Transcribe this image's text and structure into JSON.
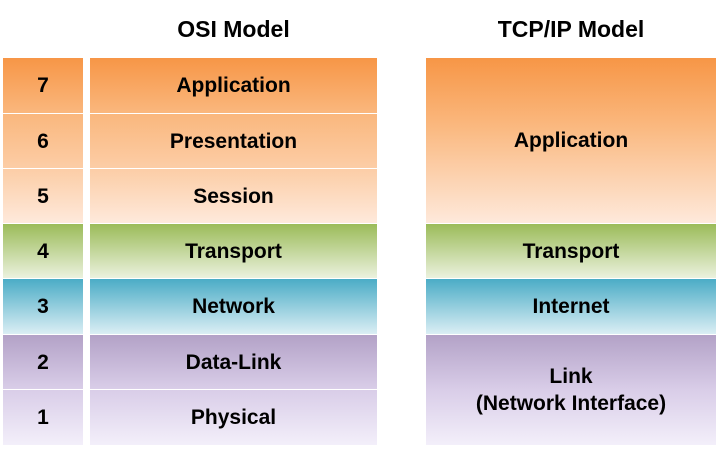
{
  "osi": {
    "title": "OSI Model",
    "layers": [
      {
        "number": "7",
        "name": "Application"
      },
      {
        "number": "6",
        "name": "Presentation"
      },
      {
        "number": "5",
        "name": "Session"
      },
      {
        "number": "4",
        "name": "Transport"
      },
      {
        "number": "3",
        "name": "Network"
      },
      {
        "number": "2",
        "name": "Data-Link"
      },
      {
        "number": "1",
        "name": "Physical"
      }
    ]
  },
  "tcpip": {
    "title": "TCP/IP Model",
    "layers": [
      {
        "name": "Application"
      },
      {
        "name": "Transport"
      },
      {
        "name": "Internet"
      },
      {
        "name": "Link",
        "subname": "(Network Interface)"
      }
    ]
  },
  "colors": {
    "application": "#f79646",
    "transport": "#9bbb59",
    "network": "#4bacc6",
    "link": "#b3a2c7"
  }
}
